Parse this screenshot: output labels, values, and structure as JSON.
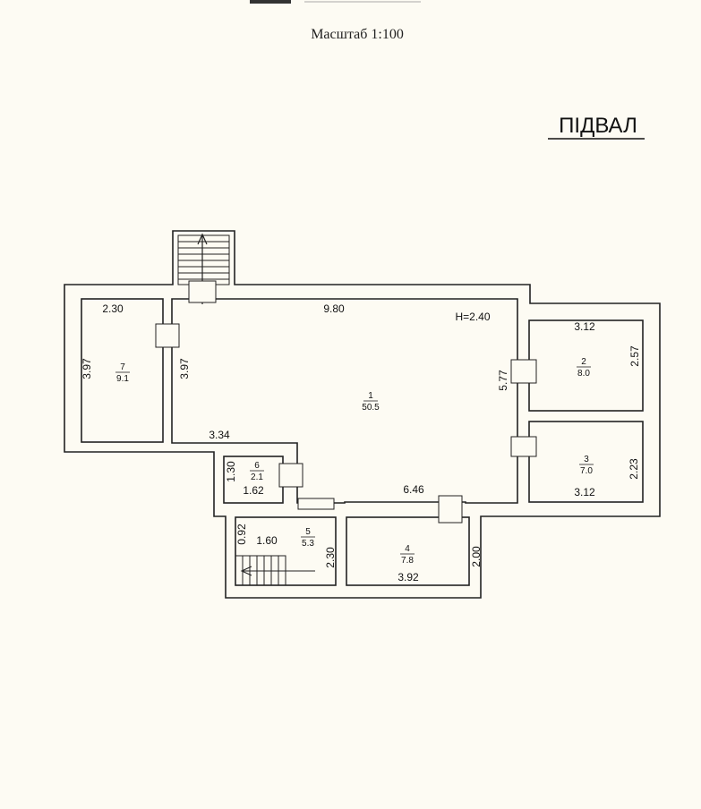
{
  "header": {
    "scale": "Масштаб 1:100",
    "floor_name": "ПІДВАЛ"
  },
  "ceiling_height": "H=2.40",
  "rooms": [
    {
      "number": "1",
      "area": "50.5"
    },
    {
      "number": "2",
      "area": "8.0"
    },
    {
      "number": "3",
      "area": "7.0"
    },
    {
      "number": "4",
      "area": "7.8"
    },
    {
      "number": "5",
      "area": "5.3"
    },
    {
      "number": "6",
      "area": "2.1"
    },
    {
      "number": "7",
      "area": "9.1"
    }
  ],
  "dimensions": [
    "2.30",
    "3.97",
    "3.97",
    "9.80",
    "3.12",
    "2.57",
    "5.77",
    "3.34",
    "1.30",
    "1.62",
    "2.23",
    "3.12",
    "6.46",
    "0.92",
    "1.60",
    "2.30",
    "2.00",
    "3.92"
  ],
  "colors": {
    "line": "#222222",
    "paper": "#fdfbf3"
  }
}
